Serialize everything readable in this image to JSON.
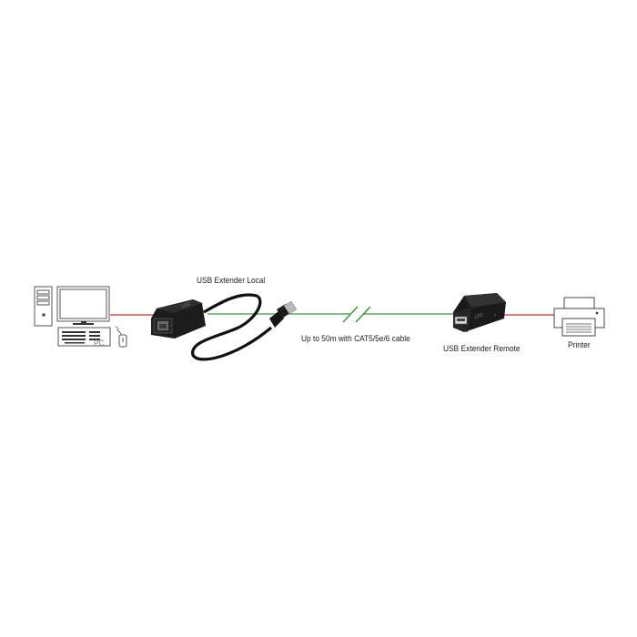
{
  "diagram": {
    "nodes": [
      {
        "id": "pc",
        "label": "PC"
      },
      {
        "id": "local",
        "label": "USB Extender Local"
      },
      {
        "id": "remote",
        "label": "USB Extender Remote"
      },
      {
        "id": "printer",
        "label": "Printer"
      }
    ],
    "edges": [
      {
        "from": "pc",
        "to": "local",
        "type": "USB",
        "color": "#cc2a2a"
      },
      {
        "from": "local",
        "to": "remote",
        "type": "CAT5/5e/6",
        "color": "#3a9a3a",
        "label": "Up to 50m with CAT5/5e/6 cable"
      },
      {
        "from": "remote",
        "to": "printer",
        "type": "USB",
        "color": "#cc2a2a"
      }
    ]
  },
  "labels": {
    "pc": "PC",
    "local": "USB Extender Local",
    "cable": "Up to 50m with CAT5/5e/6 cable",
    "remote": "USB Extender Remote",
    "printer": "Printer"
  },
  "colors": {
    "usb_line": "#cc2a2a",
    "cat_line": "#3a9a3a",
    "device": "#1a1a1a"
  }
}
